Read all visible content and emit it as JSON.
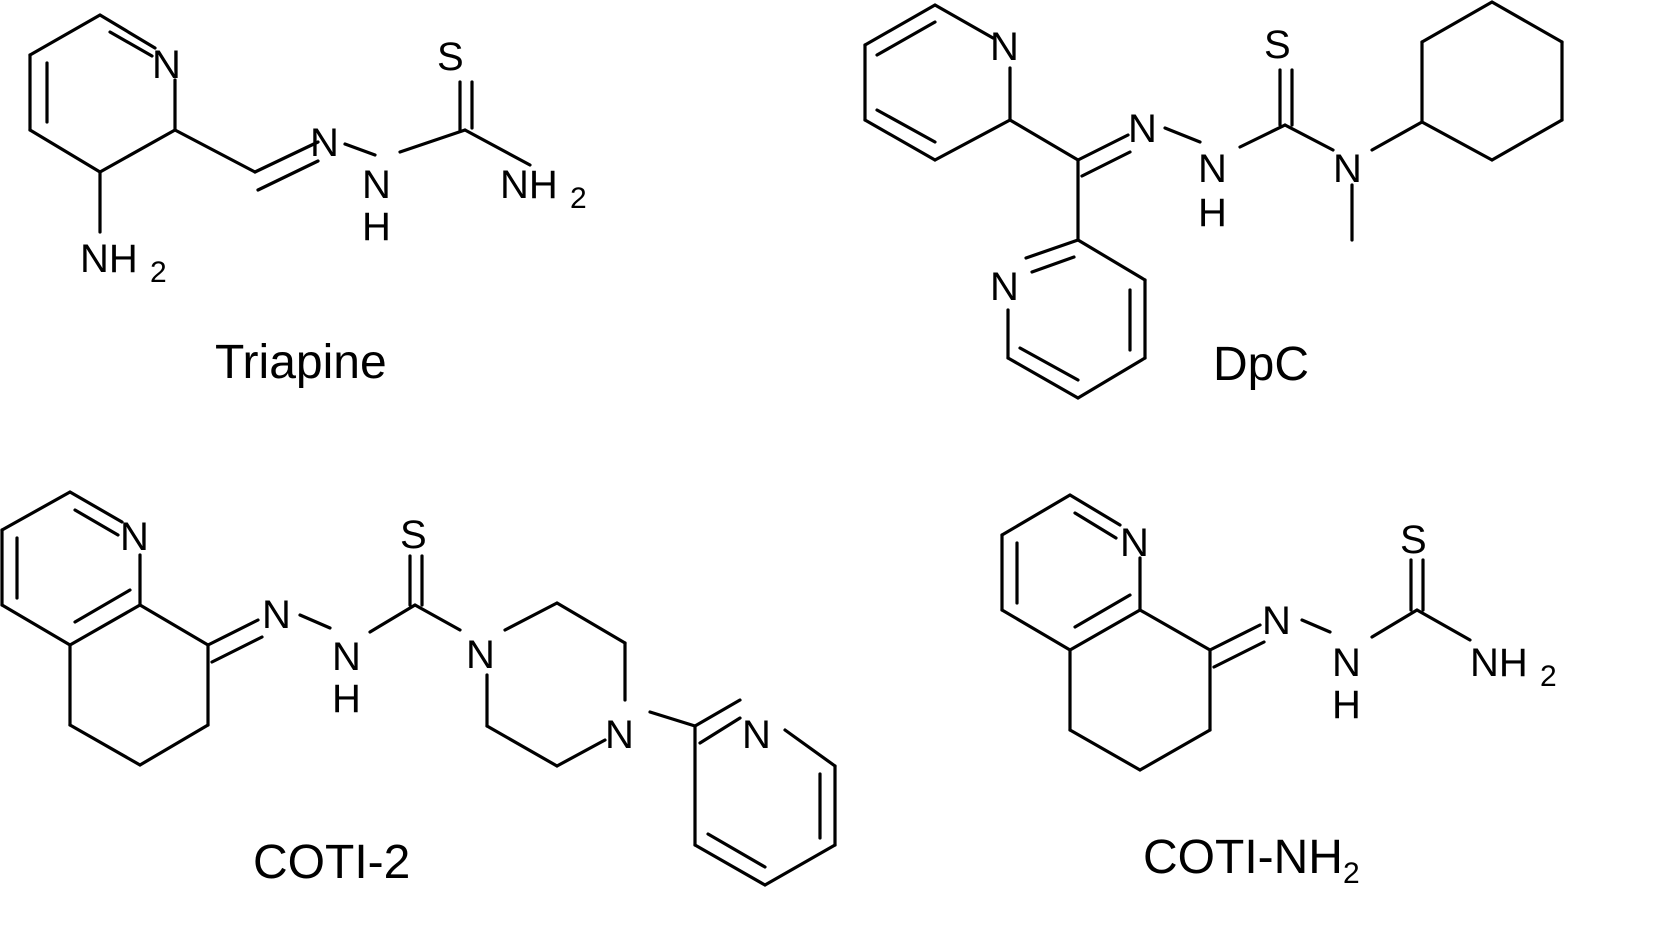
{
  "compounds": [
    {
      "name": "Triapine",
      "atoms": [
        "N",
        "S",
        "N",
        "N",
        "H",
        "NH",
        "2",
        "NH",
        "2"
      ]
    },
    {
      "name": "DpC",
      "atoms": [
        "N",
        "N",
        "S",
        "N",
        "N",
        "H",
        "N"
      ]
    },
    {
      "name": "COTI-2",
      "atoms": [
        "N",
        "S",
        "N",
        "N",
        "H",
        "N",
        "N",
        "N"
      ]
    },
    {
      "name_base": "COTI-NH",
      "name_sub": "2",
      "atoms": [
        "N",
        "S",
        "N",
        "N",
        "H",
        "NH",
        "2"
      ]
    }
  ]
}
